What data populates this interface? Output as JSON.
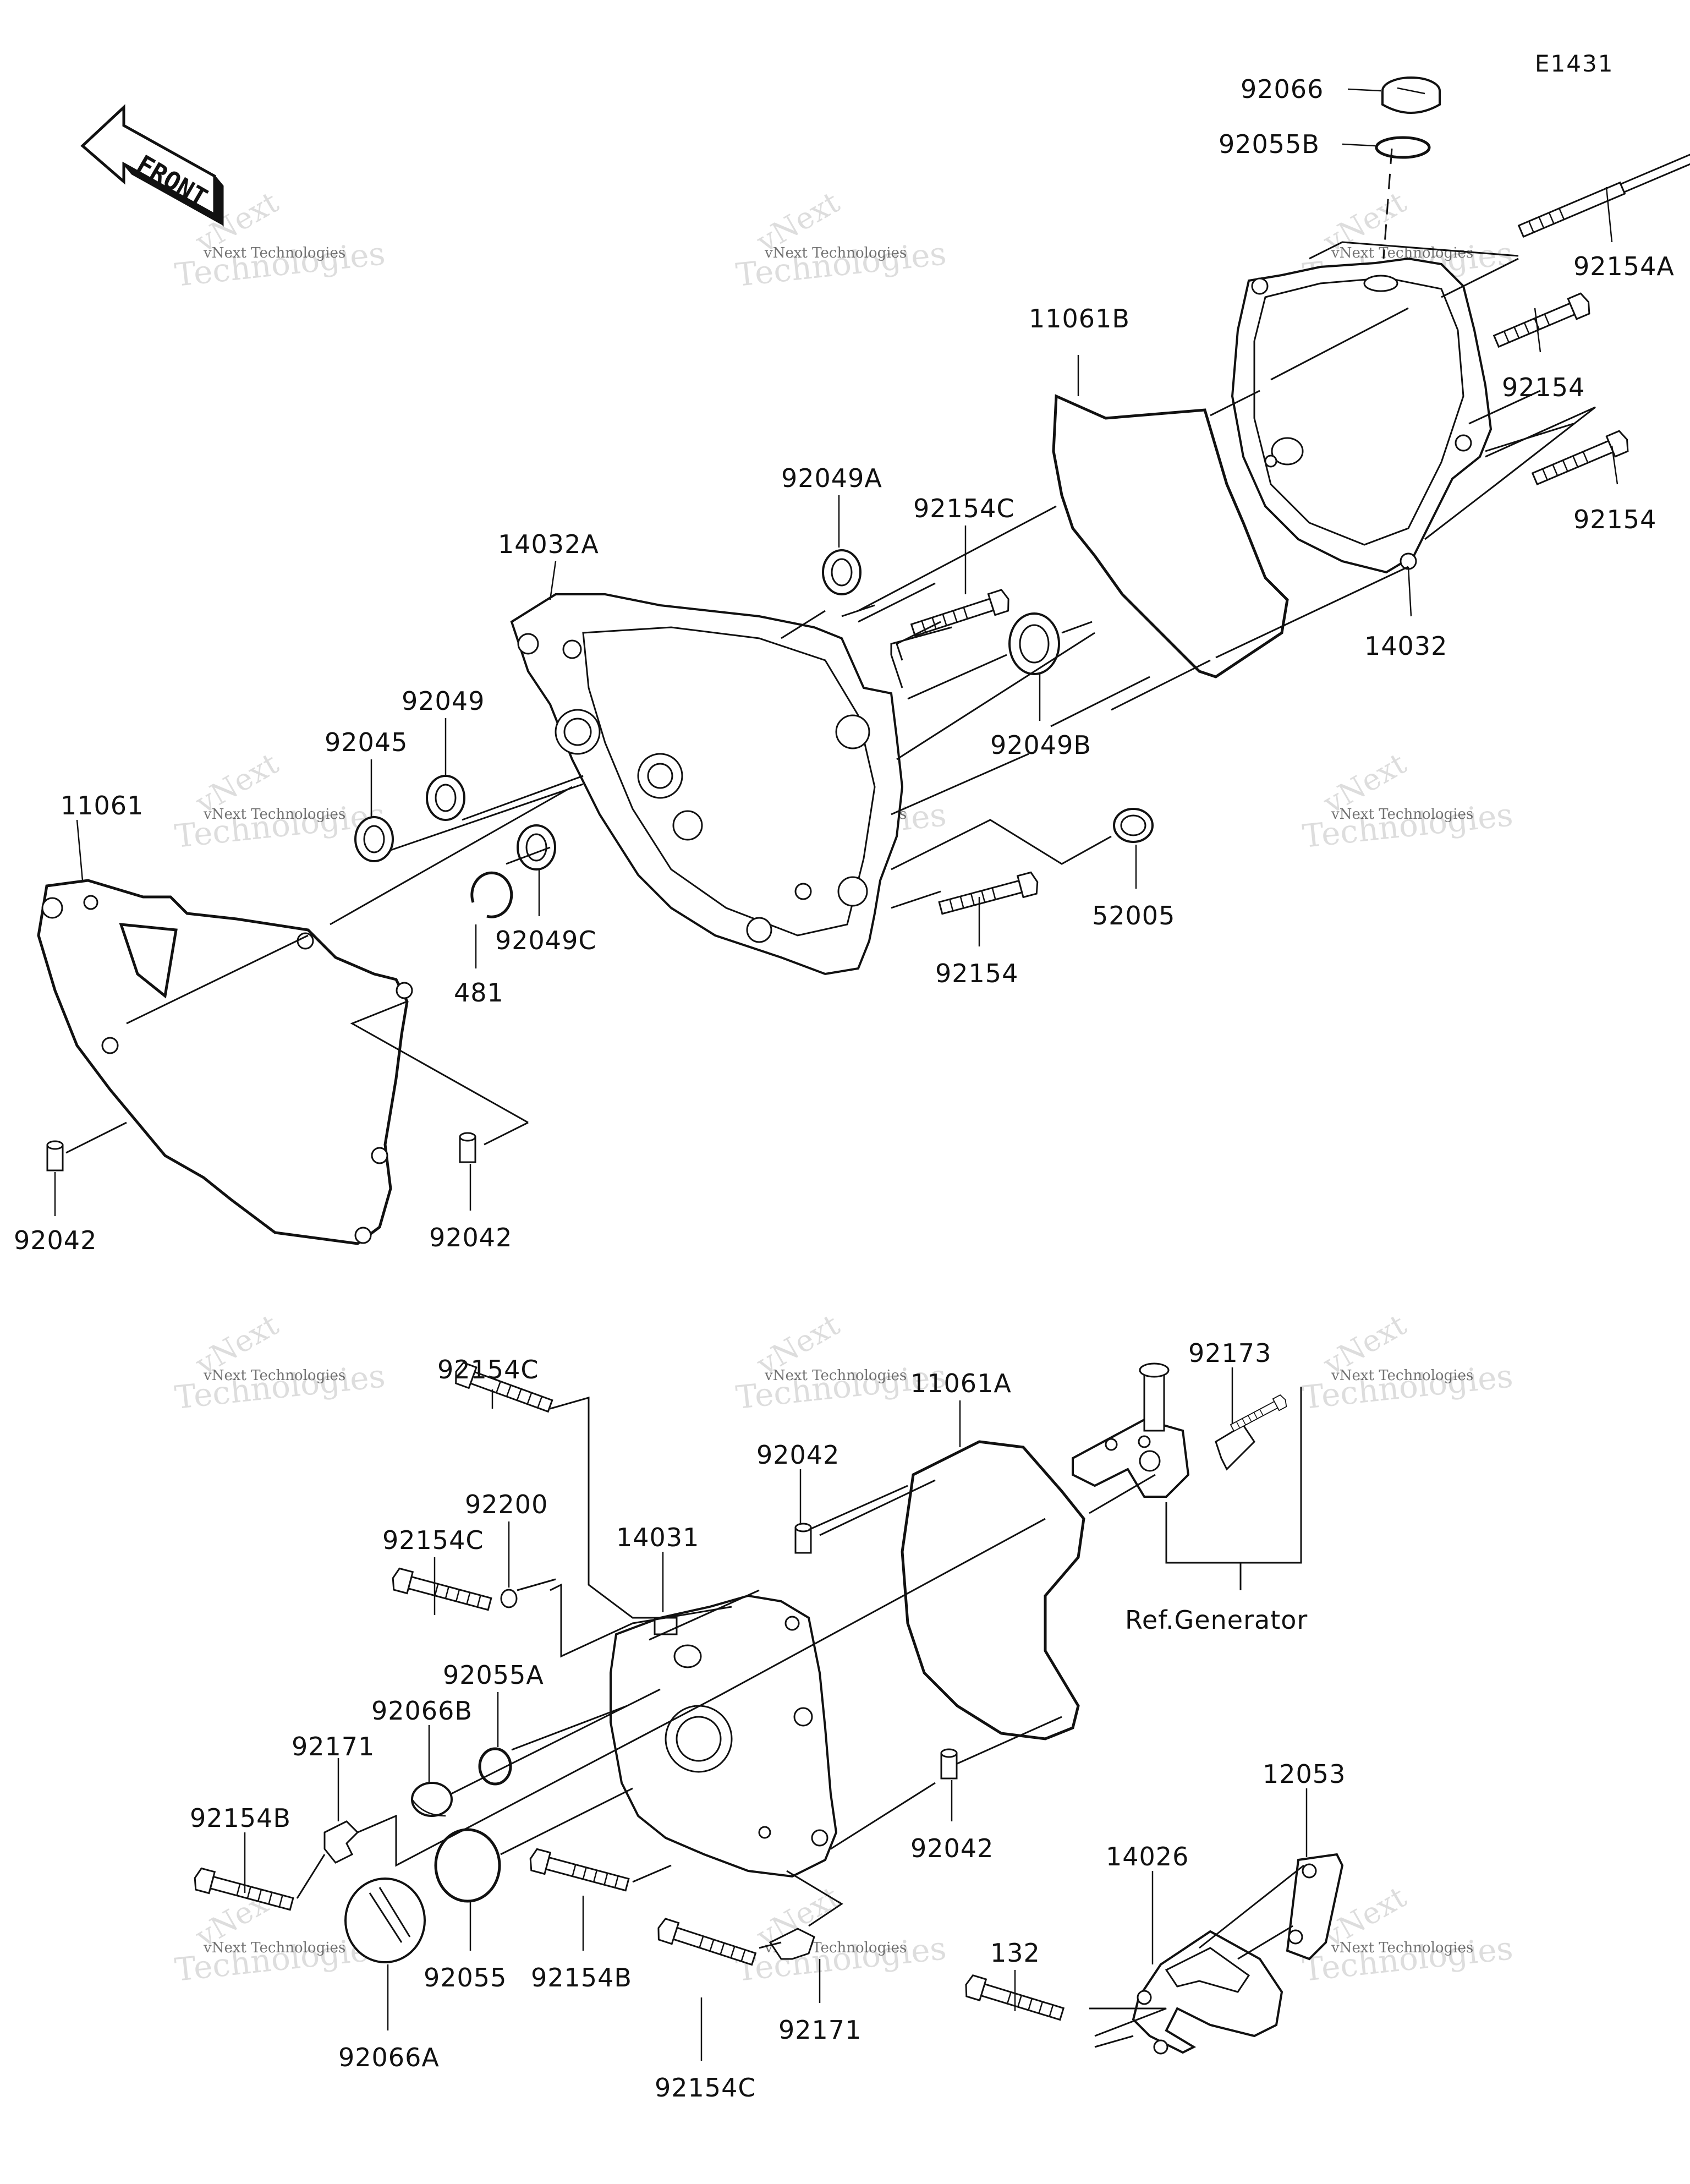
{
  "diagram_code": "E1431",
  "front_label": "FRONT",
  "ref_label": "Ref.Generator",
  "watermark": {
    "line1": "vNext Technologies",
    "line2": "Technologies"
  },
  "labels": {
    "p92066": "92066",
    "p92055B": "92055B",
    "p92154A": "92154A",
    "p11061B": "11061B",
    "p92154_r1": "92154",
    "p92154_r2": "92154",
    "p14032": "14032",
    "p92049A": "92049A",
    "p92154C_top": "92154C",
    "p14032A": "14032A",
    "p92049": "92049",
    "p92045": "92045",
    "p92049B": "92049B",
    "p11061": "11061",
    "p52005": "52005",
    "p92049C": "92049C",
    "p481": "481",
    "p92154_mid": "92154",
    "p92042_left": "92042",
    "p92042_mid": "92042",
    "p92173": "92173",
    "p92154C_b1": "92154C",
    "p11061A": "11061A",
    "p92042_b1": "92042",
    "p92200": "92200",
    "p92154C_b2": "92154C",
    "p14031": "14031",
    "p92055A": "92055A",
    "p92066B": "92066B",
    "p92171_l": "92171",
    "p92154B_l": "92154B",
    "p12053": "12053",
    "p14026": "14026",
    "p92042_b2": "92042",
    "p132": "132",
    "p92055": "92055",
    "p92154B_b": "92154B",
    "p92171_b": "92171",
    "p92066A": "92066A",
    "p92154C_b3": "92154C"
  }
}
